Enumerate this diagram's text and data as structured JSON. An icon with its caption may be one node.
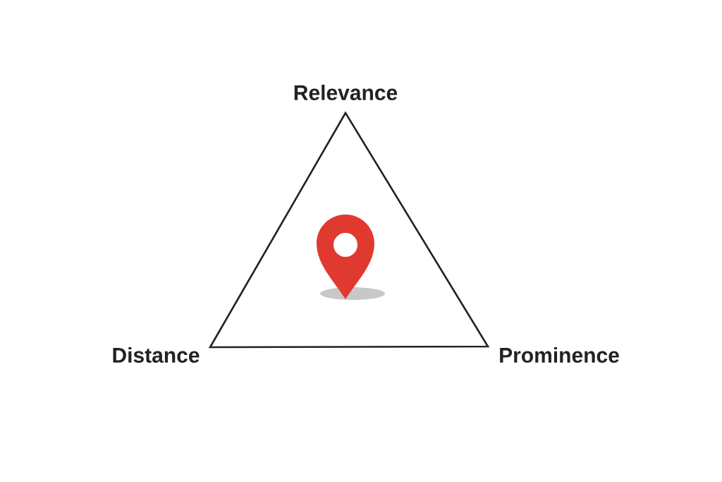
{
  "diagram": {
    "labels": [
      "Relevance",
      "Distance",
      "Prominence"
    ]
  }
}
